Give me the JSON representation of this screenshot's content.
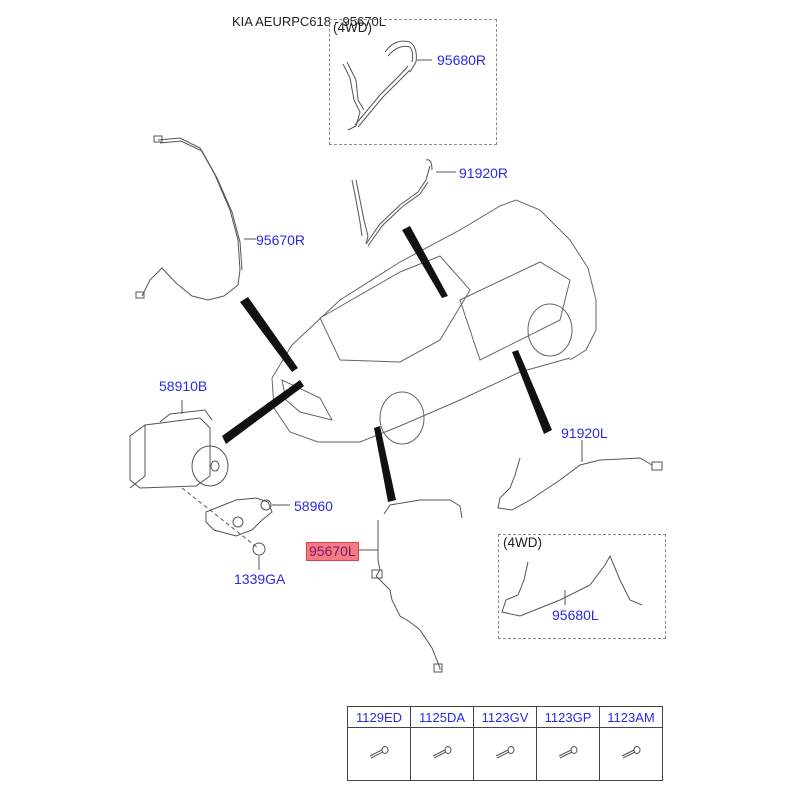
{
  "title": "KIA AEURPC618 - 95670L",
  "groups": {
    "fourwd_top": "(4WD)",
    "fourwd_bottom": "(4WD)"
  },
  "labels": {
    "p95680R": "95680R",
    "p91920R": "91920R",
    "p95670R": "95670R",
    "p58910B": "58910B",
    "p58960": "58960",
    "p1339GA": "1339GA",
    "p95670L": "95670L",
    "p91920L": "91920L",
    "p95680L": "95680L"
  },
  "highlighted_part": "95670L",
  "highlight_color": "#f47a84",
  "label_color": "#2a2ae6",
  "fasteners": [
    {
      "code": "1129ED",
      "icon": "bolt-icon"
    },
    {
      "code": "1125DA",
      "icon": "bolt-icon"
    },
    {
      "code": "1123GV",
      "icon": "bolt-icon"
    },
    {
      "code": "1123GP",
      "icon": "bolt-icon"
    },
    {
      "code": "1123AM",
      "icon": "bolt-icon"
    }
  ]
}
